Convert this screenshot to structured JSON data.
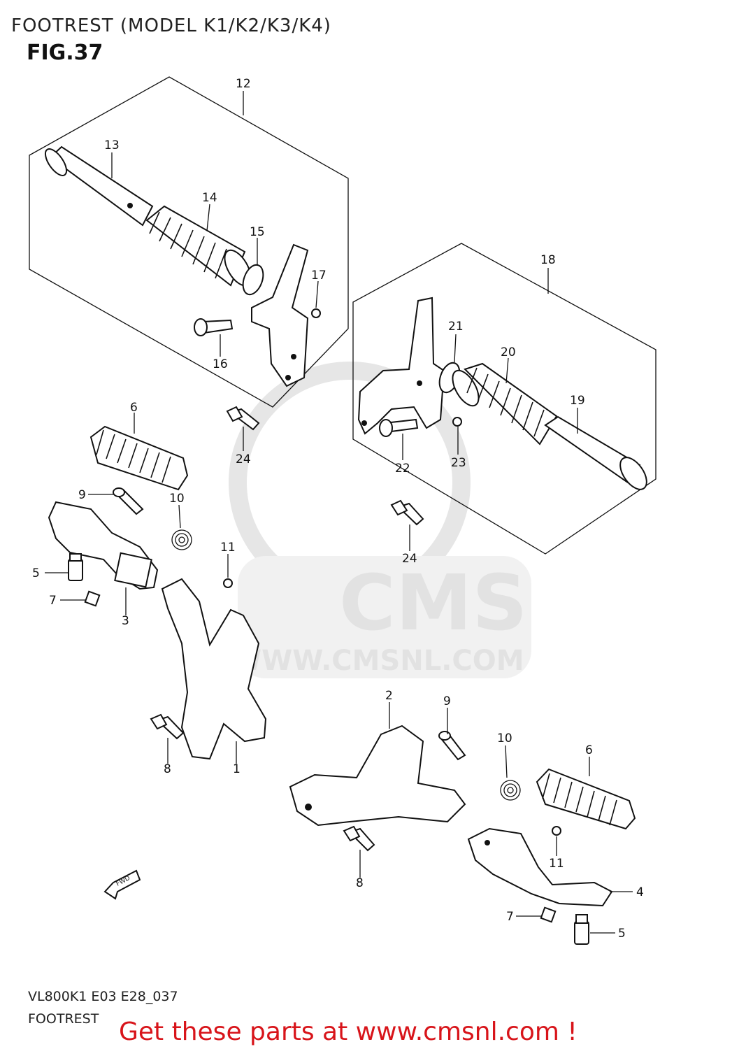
{
  "header": {
    "title": "FOOTREST (MODEL K1/K2/K3/K4)",
    "fig": "FIG.37"
  },
  "watermark": {
    "logo": "CMS",
    "url": "WWW.CMSNL.COM"
  },
  "arrow_label": "FWD",
  "callouts": {
    "n1": "1",
    "n2": "2",
    "n3": "3",
    "n4": "4",
    "n5a": "5",
    "n5b": "5",
    "n6a": "6",
    "n6b": "6",
    "n7a": "7",
    "n7b": "7",
    "n8a": "8",
    "n8b": "8",
    "n9a": "9",
    "n9b": "9",
    "n10a": "10",
    "n10b": "10",
    "n11a": "11",
    "n11b": "11",
    "n12": "12",
    "n13": "13",
    "n14": "14",
    "n15": "15",
    "n16": "16",
    "n17": "17",
    "n18": "18",
    "n19": "19",
    "n20": "20",
    "n21": "21",
    "n22": "22",
    "n23": "23",
    "n24a": "24",
    "n24b": "24"
  },
  "footer": {
    "code": "VL800K1 E03 E28_037",
    "name": "FOOTREST",
    "cta": "Get these parts at www.cmsnl.com !"
  },
  "colors": {
    "cta": "#d8141a",
    "watermark": "#e2e2e2",
    "ink": "#111111"
  }
}
